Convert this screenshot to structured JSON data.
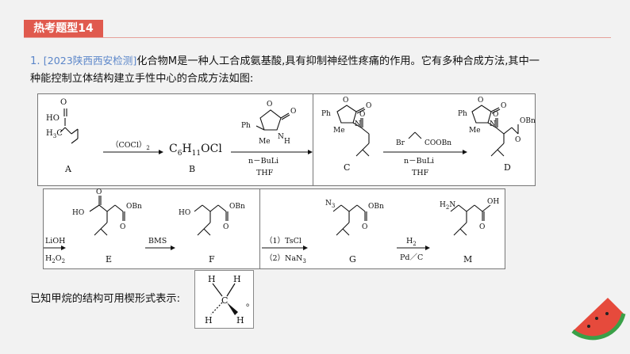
{
  "header": {
    "badge": "热考题型14"
  },
  "question": {
    "number": "1.",
    "source": "[2023陕西西安检测]",
    "text_line1": "化合物M是一种人工合成氨基酸,具有抑制神经性疼痛的作用。它有多种合成方法,其中一",
    "text_line2": "种能控制立体结构建立手性中心的合成方法如图:"
  },
  "scheme": {
    "labels": {
      "A": "A",
      "B": "B",
      "C": "C",
      "D": "D",
      "E": "E",
      "F": "F",
      "G": "G",
      "M": "M"
    },
    "formula_B": {
      "c": "C",
      "c_sub": "6",
      "h": "H",
      "h_sub": "11",
      "ocl": "OCl"
    },
    "reagents": {
      "step1": "（COCl）",
      "step1_sub": "2",
      "step2_top_ph": "Ph",
      "step2_top_me": "Me",
      "step2_bottom1": "n－BuLi",
      "step2_bottom2": "THF",
      "step3_br": "Br",
      "step3_coobn": "COOBn",
      "step3_bottom1": "n－BuLi",
      "step3_bottom2": "THF",
      "step4_top": "LiOH",
      "step4_bottom": "H",
      "step4_bottom_sub": "2",
      "step4_bottom_o": "O",
      "step4_bottom_sub2": "2",
      "step5": "BMS",
      "step6_top": "（1）TsCl",
      "step6_bottom": "（2）NaN",
      "step6_bottom_sub": "3",
      "step7_top": "H",
      "step7_top_sub": "2",
      "step7_bottom": "Pd／C"
    },
    "atoms": {
      "O": "O",
      "N": "N",
      "H": "H",
      "Ph": "Ph",
      "Me": "Me",
      "HO": "HO",
      "OH": "OH",
      "OBn": "OBn",
      "H3C_H": "H",
      "H3C_sub": "3",
      "H3C_C": "C",
      "N3_N": "N",
      "N3_sub": "3",
      "H2N_H": "H",
      "H2N_sub": "2",
      "H2N_N": "N"
    }
  },
  "known": {
    "text": "已知甲烷的结构可用楔形式表示:",
    "atoms": {
      "H": "H",
      "C": "C",
      "period": "。"
    }
  }
}
